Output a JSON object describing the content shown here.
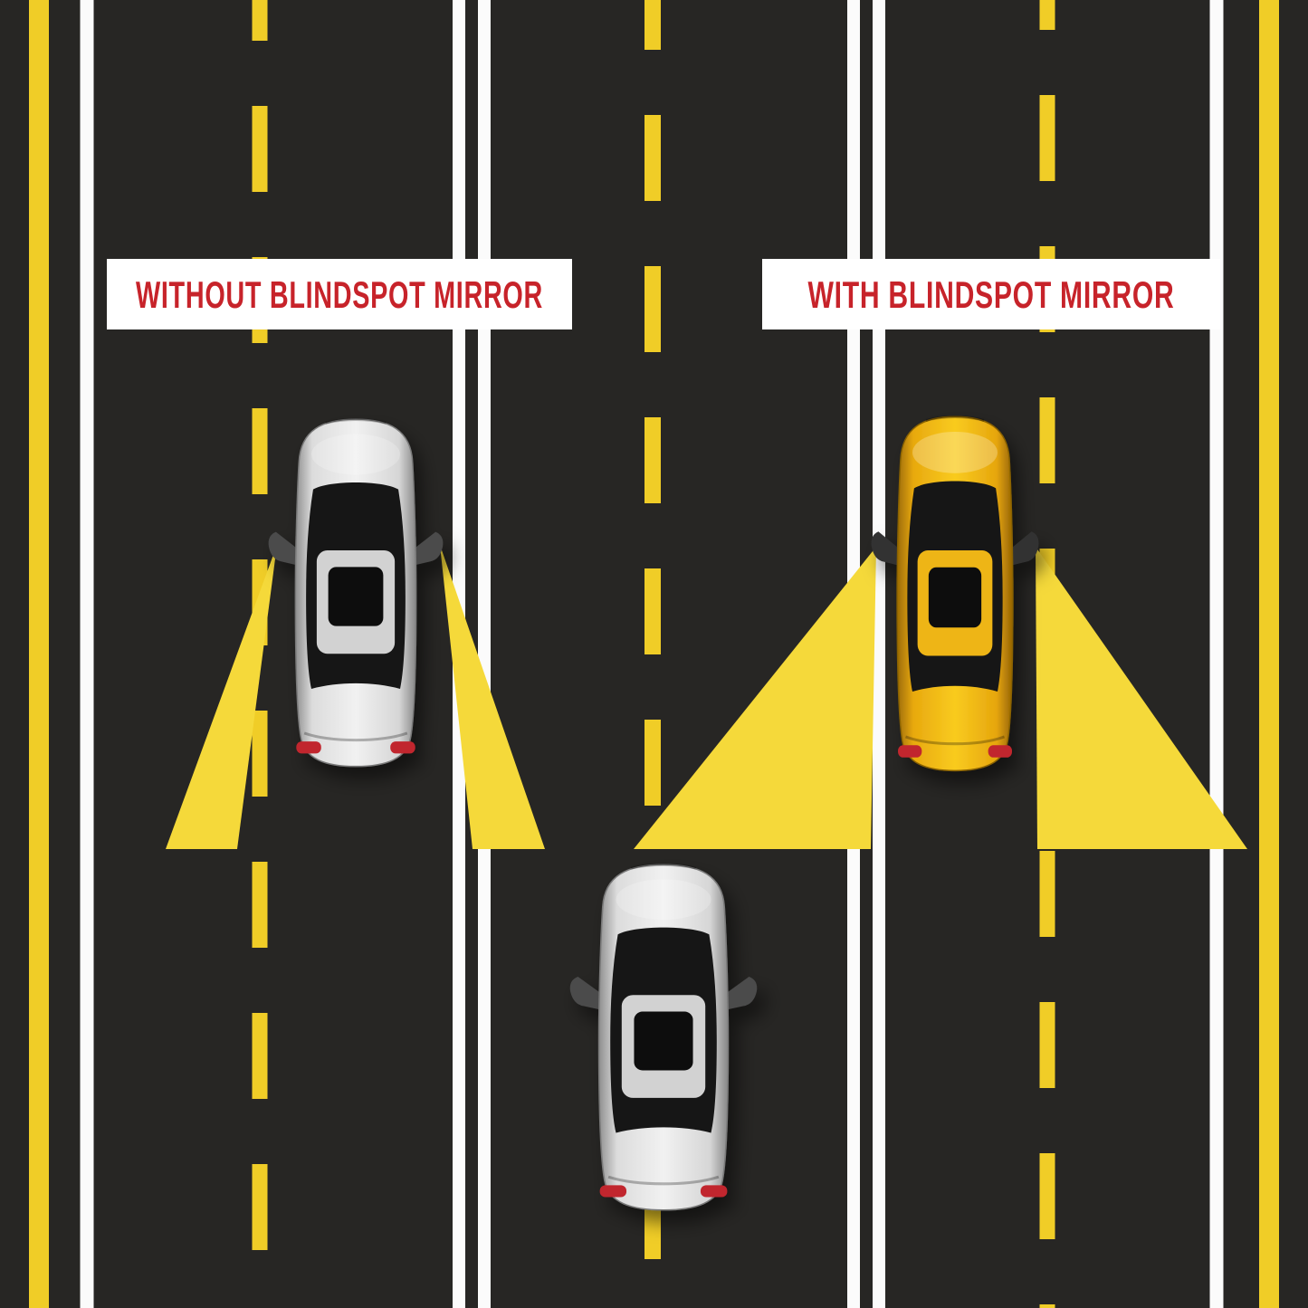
{
  "banners": {
    "without": {
      "label": "WITHOUT BLINDSPOT MIRROR"
    },
    "with": {
      "label": "WITH BLINDSPOT MIRROR"
    }
  },
  "colors": {
    "road": "#272624",
    "lane_yellow": "#f0cd27",
    "lane_white": "#fbfbfb",
    "cone_yellow": "#f5d93a",
    "banner_bg": "#ffffff",
    "banner_text": "#c7232a",
    "silver_car": "#d2d2d2",
    "yellow_car": "#eeb517",
    "glass": "#131313",
    "taillight_red": "#c1272d"
  },
  "cars": {
    "without_mirror": {
      "name": "silver car with narrow mirror view cones"
    },
    "with_mirror": {
      "name": "yellow car with wide blindspot mirror view cones"
    },
    "blindspot": {
      "name": "silver car driving in the blind spot lane"
    }
  }
}
